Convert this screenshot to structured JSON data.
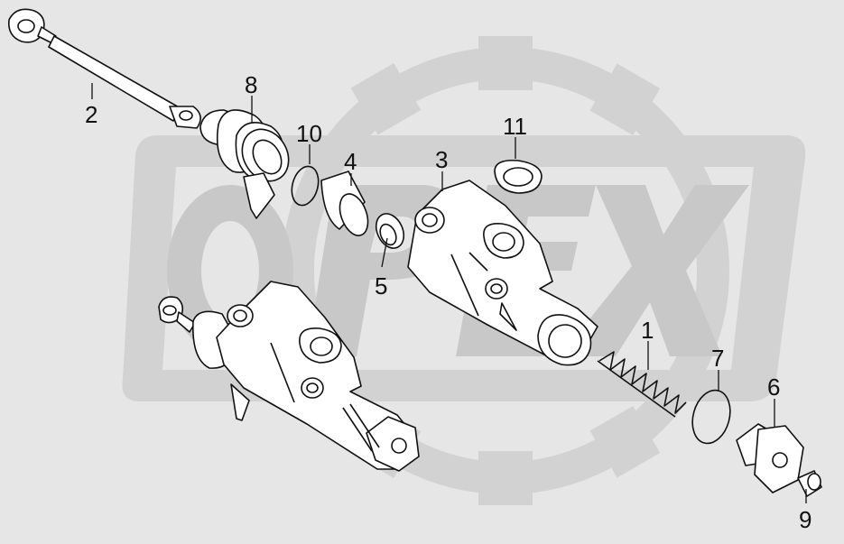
{
  "diagram": {
    "watermark_text": "OPEX",
    "callouts": [
      {
        "id": "2",
        "label": "2"
      },
      {
        "id": "8",
        "label": "8"
      },
      {
        "id": "10",
        "label": "10"
      },
      {
        "id": "4",
        "label": "4"
      },
      {
        "id": "3",
        "label": "3"
      },
      {
        "id": "11",
        "label": "11"
      },
      {
        "id": "5",
        "label": "5"
      },
      {
        "id": "1",
        "label": "1"
      },
      {
        "id": "7",
        "label": "7"
      },
      {
        "id": "6",
        "label": "6"
      },
      {
        "id": "9",
        "label": "9"
      }
    ]
  }
}
